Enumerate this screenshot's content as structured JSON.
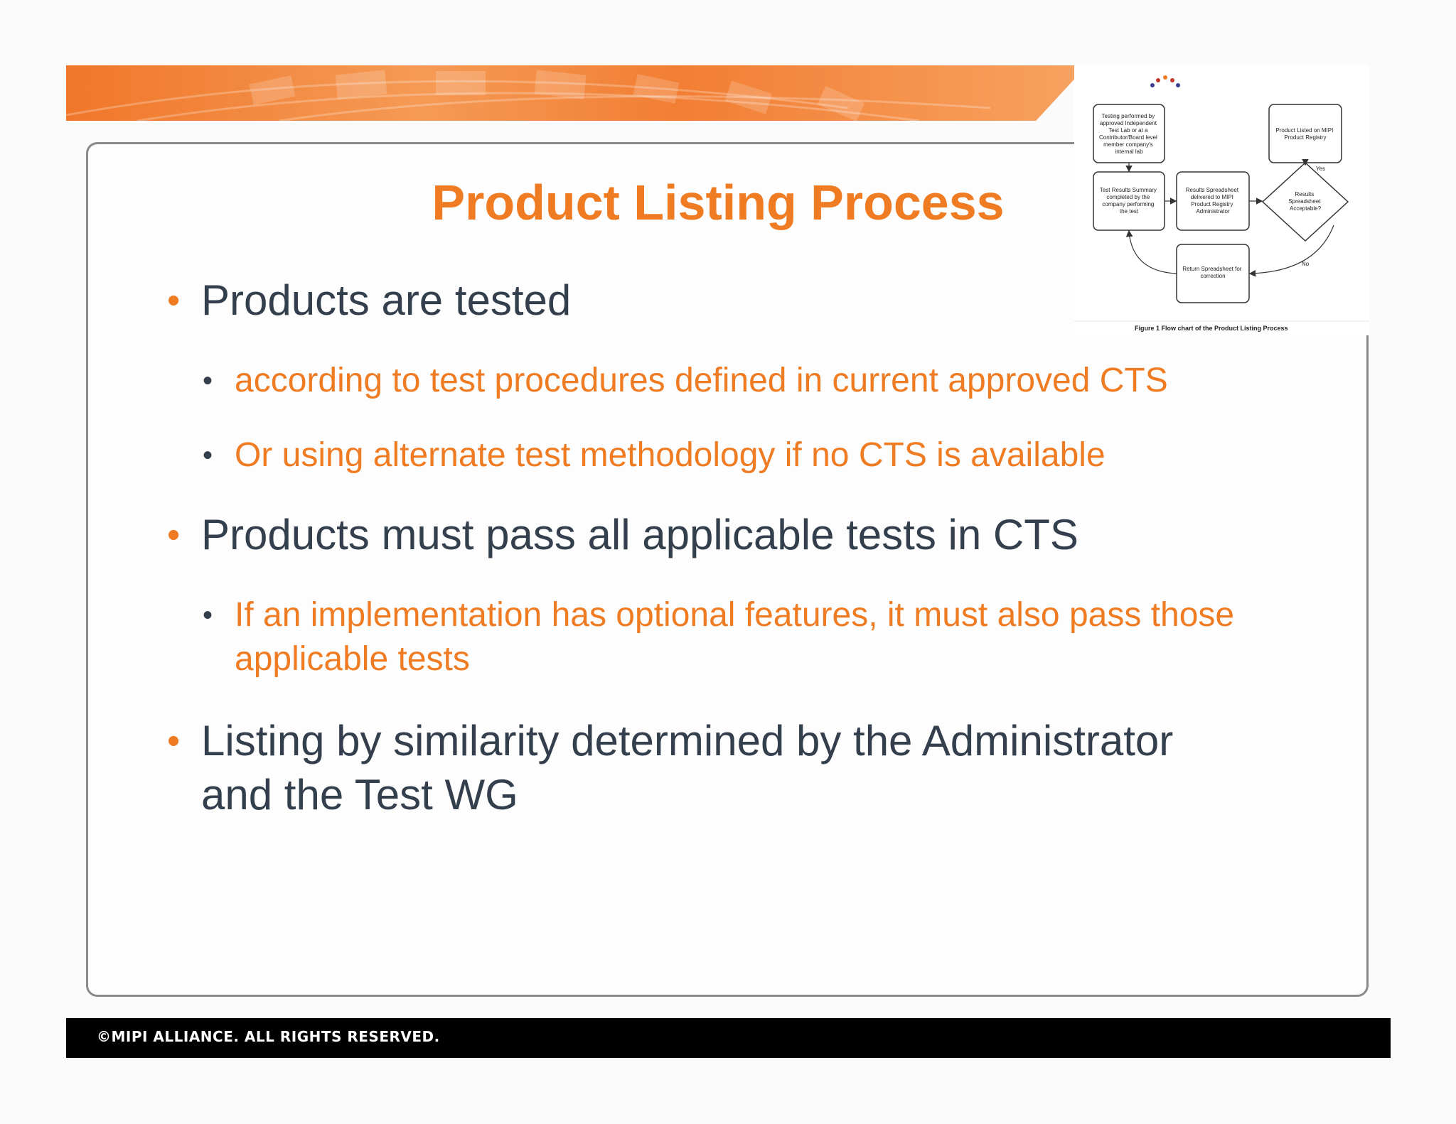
{
  "slide": {
    "title": "Product Listing Process",
    "bullets": [
      {
        "text": "Products are tested",
        "subbullets": [
          "according to test procedures defined in current approved CTS",
          "Or using alternate test methodology if no CTS is available"
        ]
      },
      {
        "text": "Products must pass all applicable tests in CTS",
        "subbullets": [
          "If an implementation has optional features, it must also pass those applicable tests"
        ]
      },
      {
        "text": "Listing by similarity determined by the Administrator and the Test WG",
        "subbullets": []
      }
    ]
  },
  "figure": {
    "boxes": {
      "testing": [
        "Testing performed by",
        "approved Independent",
        "Test Lab or at a",
        "Contributor/Board level",
        "member company's",
        "internal lab"
      ],
      "summary": [
        "Test Results Summary",
        "completed by the",
        "company performing",
        "the test"
      ],
      "spreadsheet": [
        "Results Spreadsheet",
        "delivered to MIPI",
        "Product Registry",
        "Administrator"
      ],
      "decision": [
        "Results",
        "Spreadsheet",
        "Acceptable?"
      ],
      "listed": [
        "Product Listed on MIPI",
        "Product Registry"
      ],
      "return": [
        "Return Spreadsheet for",
        "correction"
      ]
    },
    "yes_label": "Yes",
    "no_label": "No",
    "caption": "Figure 1  Flow chart of the Product Listing Process"
  },
  "footer": {
    "copyright": "©MIPI ALLIANCE. ALL RIGHTS RESERVED."
  },
  "colors": {
    "accent": "#ef7b22",
    "body_text": "#333f4c",
    "footer_bg": "#000000"
  }
}
